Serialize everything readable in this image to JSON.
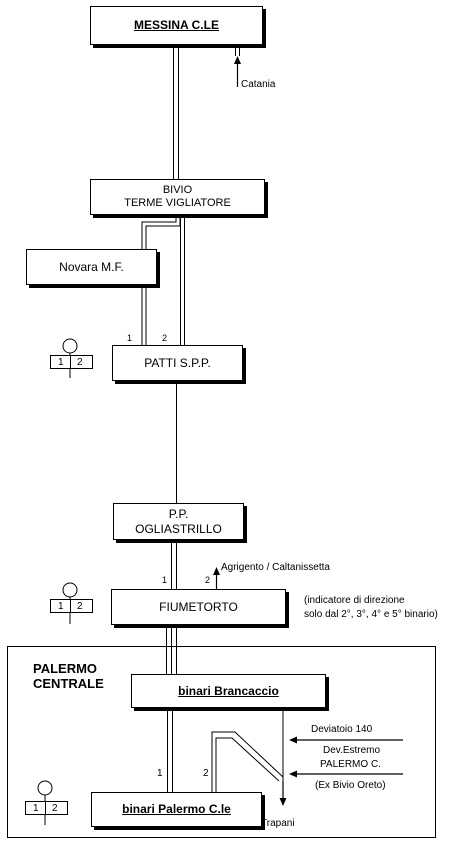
{
  "stations": {
    "messina": "MESSINA C.LE",
    "bivio_line1": "BIVIO",
    "bivio_line2": "TERME VIGLIATORE",
    "novara": "Novara M.F.",
    "patti": "PATTI S.P.P.",
    "ogliastrillo_line1": "P.P.",
    "ogliastrillo_line2": "OGLIASTRILLO",
    "fiumetorto": "FIUMETORTO",
    "brancaccio": "binari Brancaccio",
    "palermo_cle": "binari Palermo C.le"
  },
  "labels": {
    "catania": "Catania",
    "agrigento": "Agrigento / Caltanissetta",
    "indicator_line1": "(indicatore di direzione",
    "indicator_line2": "solo dal 2°, 3°, 4° e 5° binario)",
    "palermo_centrale_line1": "PALERMO",
    "palermo_centrale_line2": "CENTRALE",
    "deviatoio": "Deviatoio 140",
    "dev_estremo_line1": "Dev.Estremo",
    "dev_estremo_line2": "PALERMO C.",
    "dev_estremo_line3": "(Ex Bivio Oreto)",
    "trapani": "Trapani"
  },
  "track_numbers": {
    "one": "1",
    "two": "2"
  }
}
